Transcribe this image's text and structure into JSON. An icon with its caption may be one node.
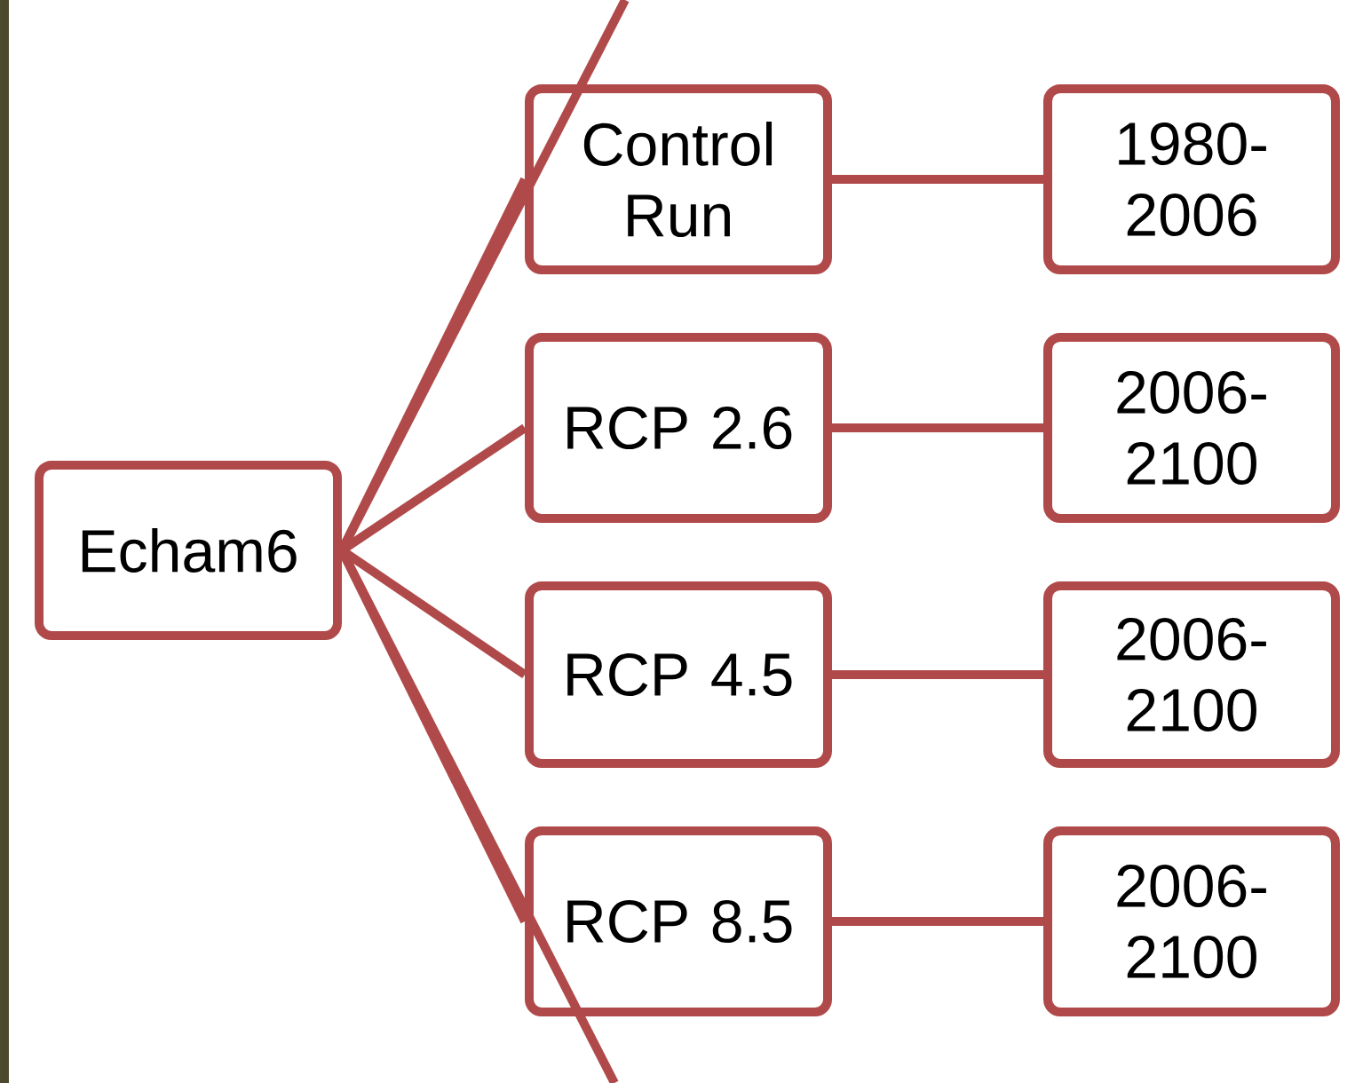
{
  "diagram": {
    "nodes": [
      {
        "text": [
          "Echam6"
        ]
      },
      {
        "text": [
          "Control Run"
        ]
      },
      {
        "text": [
          "RCP 2.6"
        ]
      },
      {
        "text": [
          "RCP 4.5"
        ]
      },
      {
        "text": [
          "RCP 8.5"
        ]
      },
      {
        "text": [
          "1980- 2006"
        ]
      },
      {
        "text": [
          "2006- 2100"
        ]
      },
      {
        "text": [
          "2006- 2100"
        ]
      },
      {
        "text": [
          "2006- 2100"
        ]
      }
    ],
    "edges": [
      {
        "from": 0,
        "to": 1,
        "arrow": "none"
      },
      {
        "from": 0,
        "to": 2,
        "arrow": "none"
      },
      {
        "from": 0,
        "to": 3,
        "arrow": "none"
      },
      {
        "from": 0,
        "to": 4,
        "arrow": "none"
      },
      {
        "from": 1,
        "to": 5,
        "arrow": "none"
      },
      {
        "from": 2,
        "to": 6,
        "arrow": "none"
      },
      {
        "from": 3,
        "to": 7,
        "arrow": "none"
      },
      {
        "from": 4,
        "to": 8,
        "arrow": "none"
      },
      {
        "from": 0,
        "to": null,
        "arrow": "none"
      },
      {
        "from": 0,
        "to": null,
        "arrow": "none"
      }
    ]
  }
}
